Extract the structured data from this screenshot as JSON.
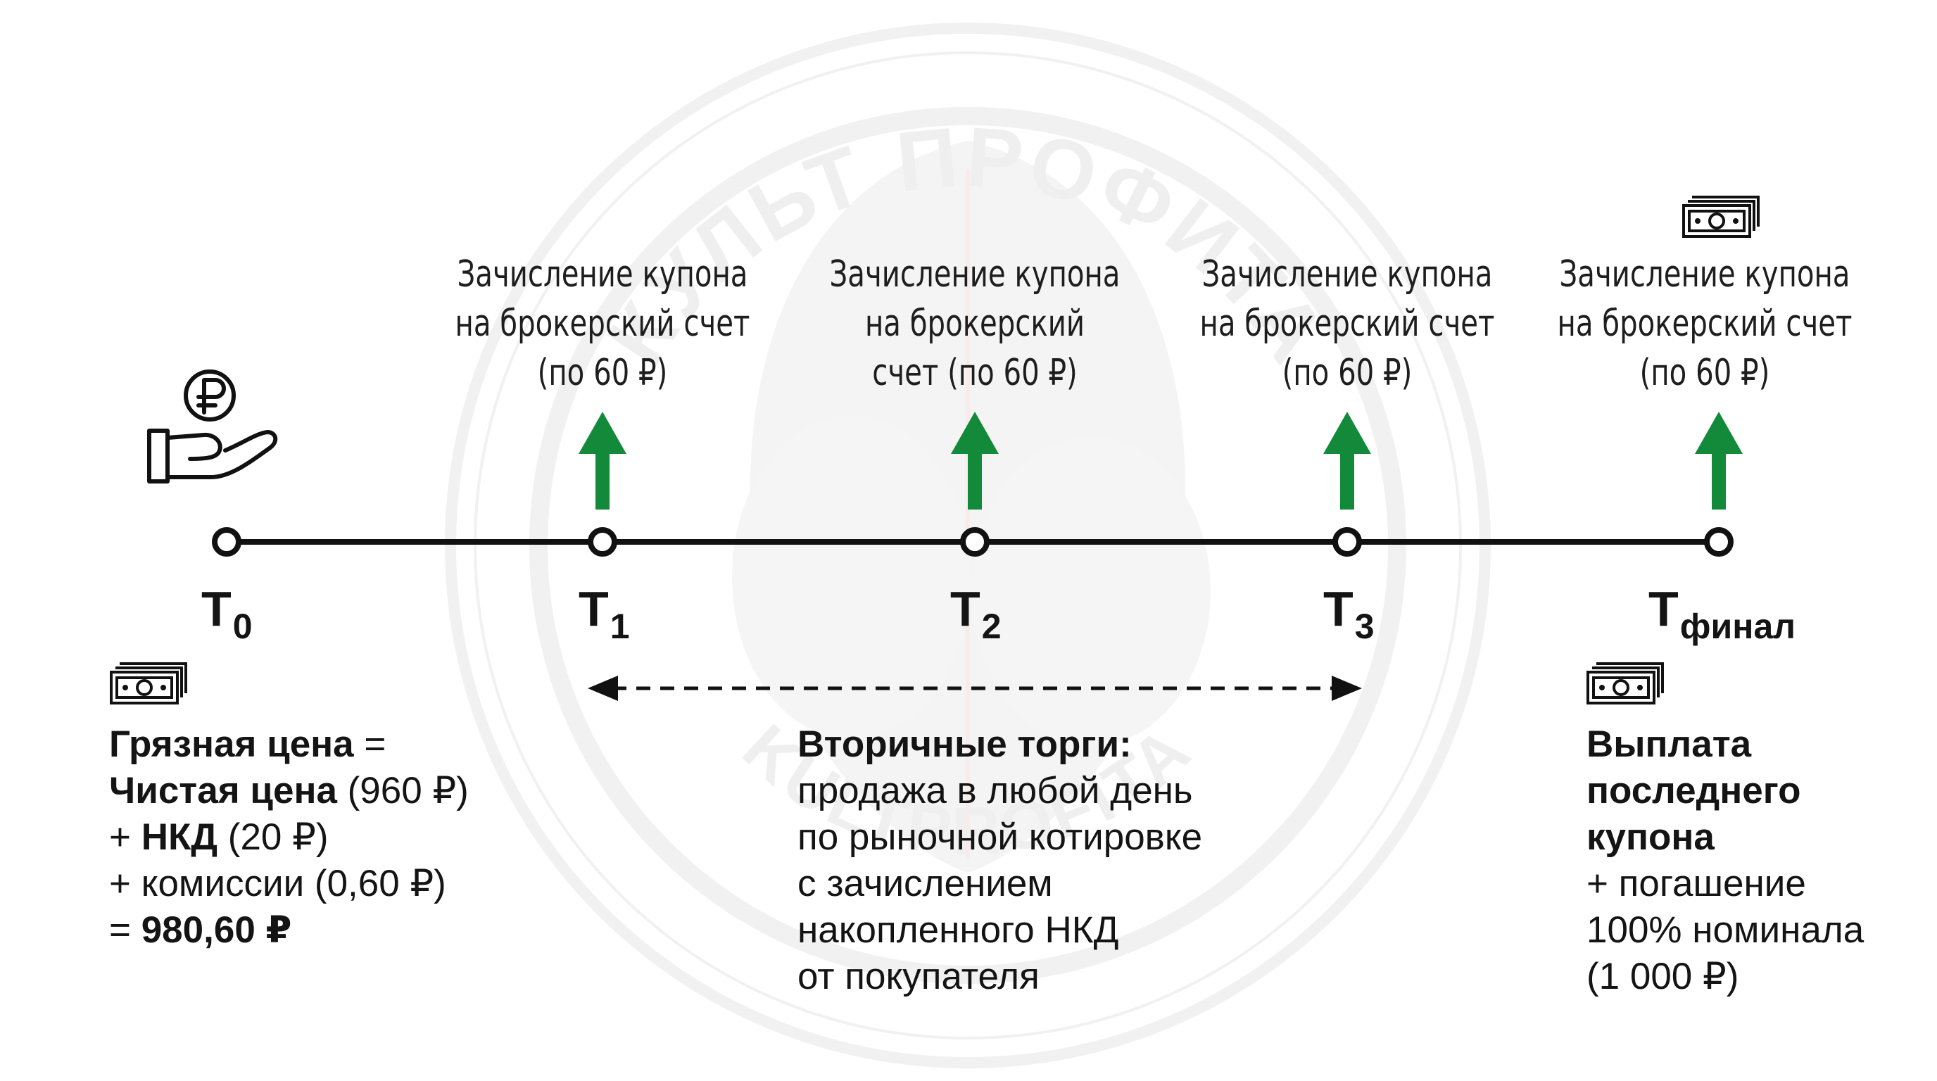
{
  "watermark": {
    "text_top": "КУЛЬТ ПРОФИТА",
    "text_bottom": "KULTPROFITA"
  },
  "coupons": [
    {
      "lines": [
        "Зачисление купона",
        "на брокерский счет",
        "(по 60 ₽)"
      ]
    },
    {
      "lines": [
        "Зачисление купона",
        "на брокерский",
        "счет (по 60 ₽)"
      ]
    },
    {
      "lines": [
        "Зачисление купона",
        "на брокерский счет",
        "(по 60 ₽)"
      ]
    },
    {
      "lines": [
        "Зачисление купона",
        "на брокерский счет",
        "(по 60 ₽)"
      ]
    }
  ],
  "timeline": {
    "points": [
      {
        "main": "T",
        "sub": "0"
      },
      {
        "main": "T",
        "sub": "1"
      },
      {
        "main": "T",
        "sub": "2"
      },
      {
        "main": "T",
        "sub": "3"
      },
      {
        "main": "T",
        "sub": "финал"
      }
    ]
  },
  "purchase": {
    "line1_bold": "Грязная цена",
    "line1_rest": " =",
    "line2_bold": "Чистая цена",
    "line2_rest": " (960 ₽)",
    "line3_pre": "+ ",
    "line3_bold": "НКД",
    "line3_rest": " (20 ₽)",
    "line4": "+ комиссии (0,60 ₽)",
    "line5_pre": "= ",
    "line5_bold": "980,60 ₽"
  },
  "secondary": {
    "title": "Вторичные торги:",
    "lines": [
      "продажа в любой день",
      "по рыночной котировке",
      "с зачислением",
      "накопленного НКД",
      "от покупателя"
    ]
  },
  "final_payment": {
    "bold_lines": [
      "Выплата",
      "последнего",
      "купона"
    ],
    "lines": [
      "+ погашение",
      "100% номинала",
      "(1 000 ₽)"
    ]
  },
  "icons": {
    "purchase": "ruble-hand-icon",
    "money": "banknotes-icon",
    "coupon_arrow": "arrow-up-icon"
  },
  "colors": {
    "arrow": "#128a3a",
    "line": "#111111",
    "text": "#141414"
  }
}
